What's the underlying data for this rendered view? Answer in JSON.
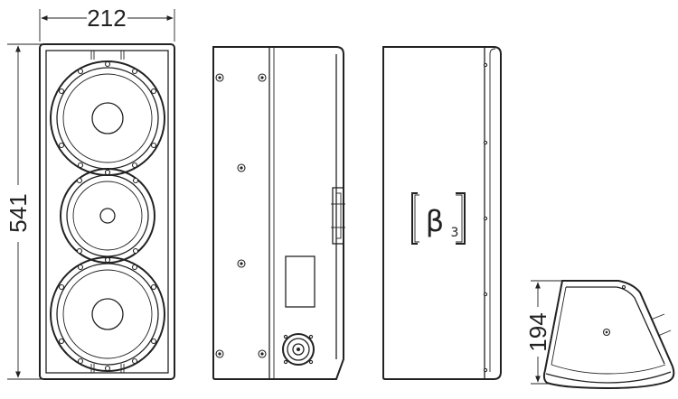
{
  "dimensions": {
    "width": "212",
    "height": "541",
    "depth": "194"
  },
  "logo": {
    "symbol": "β",
    "number": "3"
  },
  "colors": {
    "line": "#222222",
    "background": "#ffffff"
  }
}
